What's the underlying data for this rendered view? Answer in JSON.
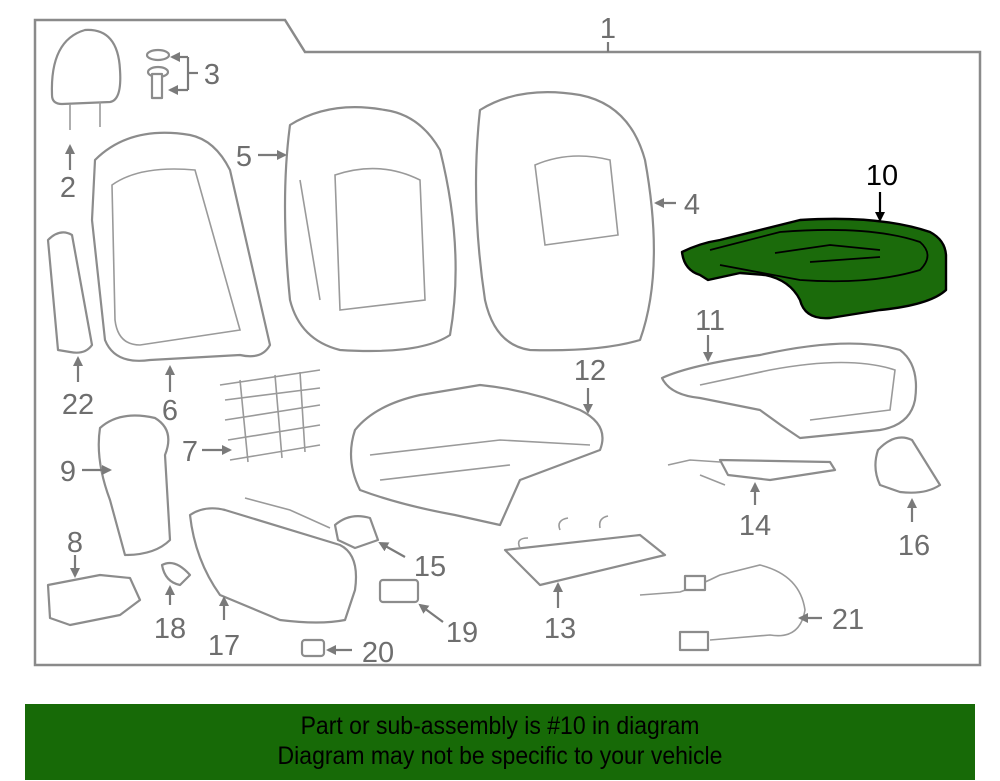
{
  "diagram": {
    "highlight_color": "#1b6b0b",
    "highlighted_part": "10",
    "callouts": [
      "1",
      "2",
      "3",
      "4",
      "5",
      "6",
      "7",
      "8",
      "9",
      "10",
      "11",
      "12",
      "13",
      "14",
      "15",
      "16",
      "17",
      "18",
      "19",
      "20",
      "21",
      "22"
    ]
  },
  "banner": {
    "line1": "Part or sub-assembly is #10 in diagram",
    "line2": "Diagram may not be specific to your vehicle",
    "background": "#176a07"
  }
}
